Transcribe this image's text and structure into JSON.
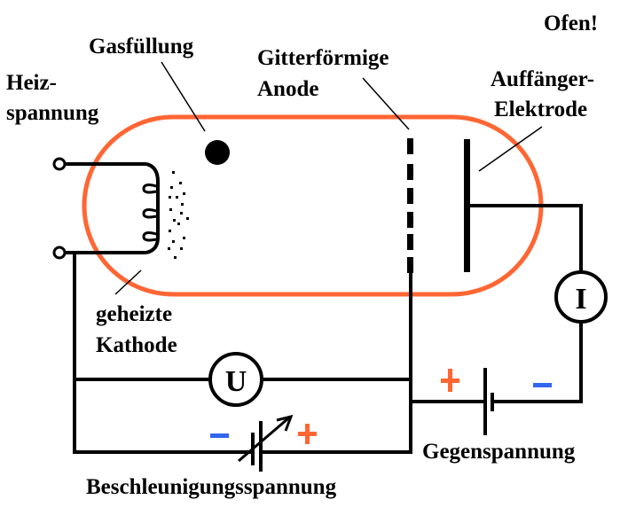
{
  "colors": {
    "tube": "#ff6633",
    "plus": "#ff6633",
    "minus": "#3366ee",
    "wire": "#000000"
  },
  "labels": {
    "oven": "Ofen!",
    "gas_filling": "Gasfüllung",
    "grid_anode_line1": "Gitterförmige",
    "grid_anode_line2": "Anode",
    "heater_voltage_line1": "Heiz-",
    "heater_voltage_line2": "spannung",
    "collector_line1": "Auffänger-",
    "collector_line2": "Elektrode",
    "cathode_line1": "geheizte",
    "cathode_line2": "Kathode",
    "accel_voltage": "Beschleunigungsspannung",
    "counter_voltage": "Gegenspannung"
  },
  "meters": {
    "voltmeter": "U",
    "ammeter": "I"
  },
  "polarity": {
    "accel_minus": "−",
    "accel_plus": "+",
    "counter_plus": "+",
    "counter_minus": "−"
  }
}
